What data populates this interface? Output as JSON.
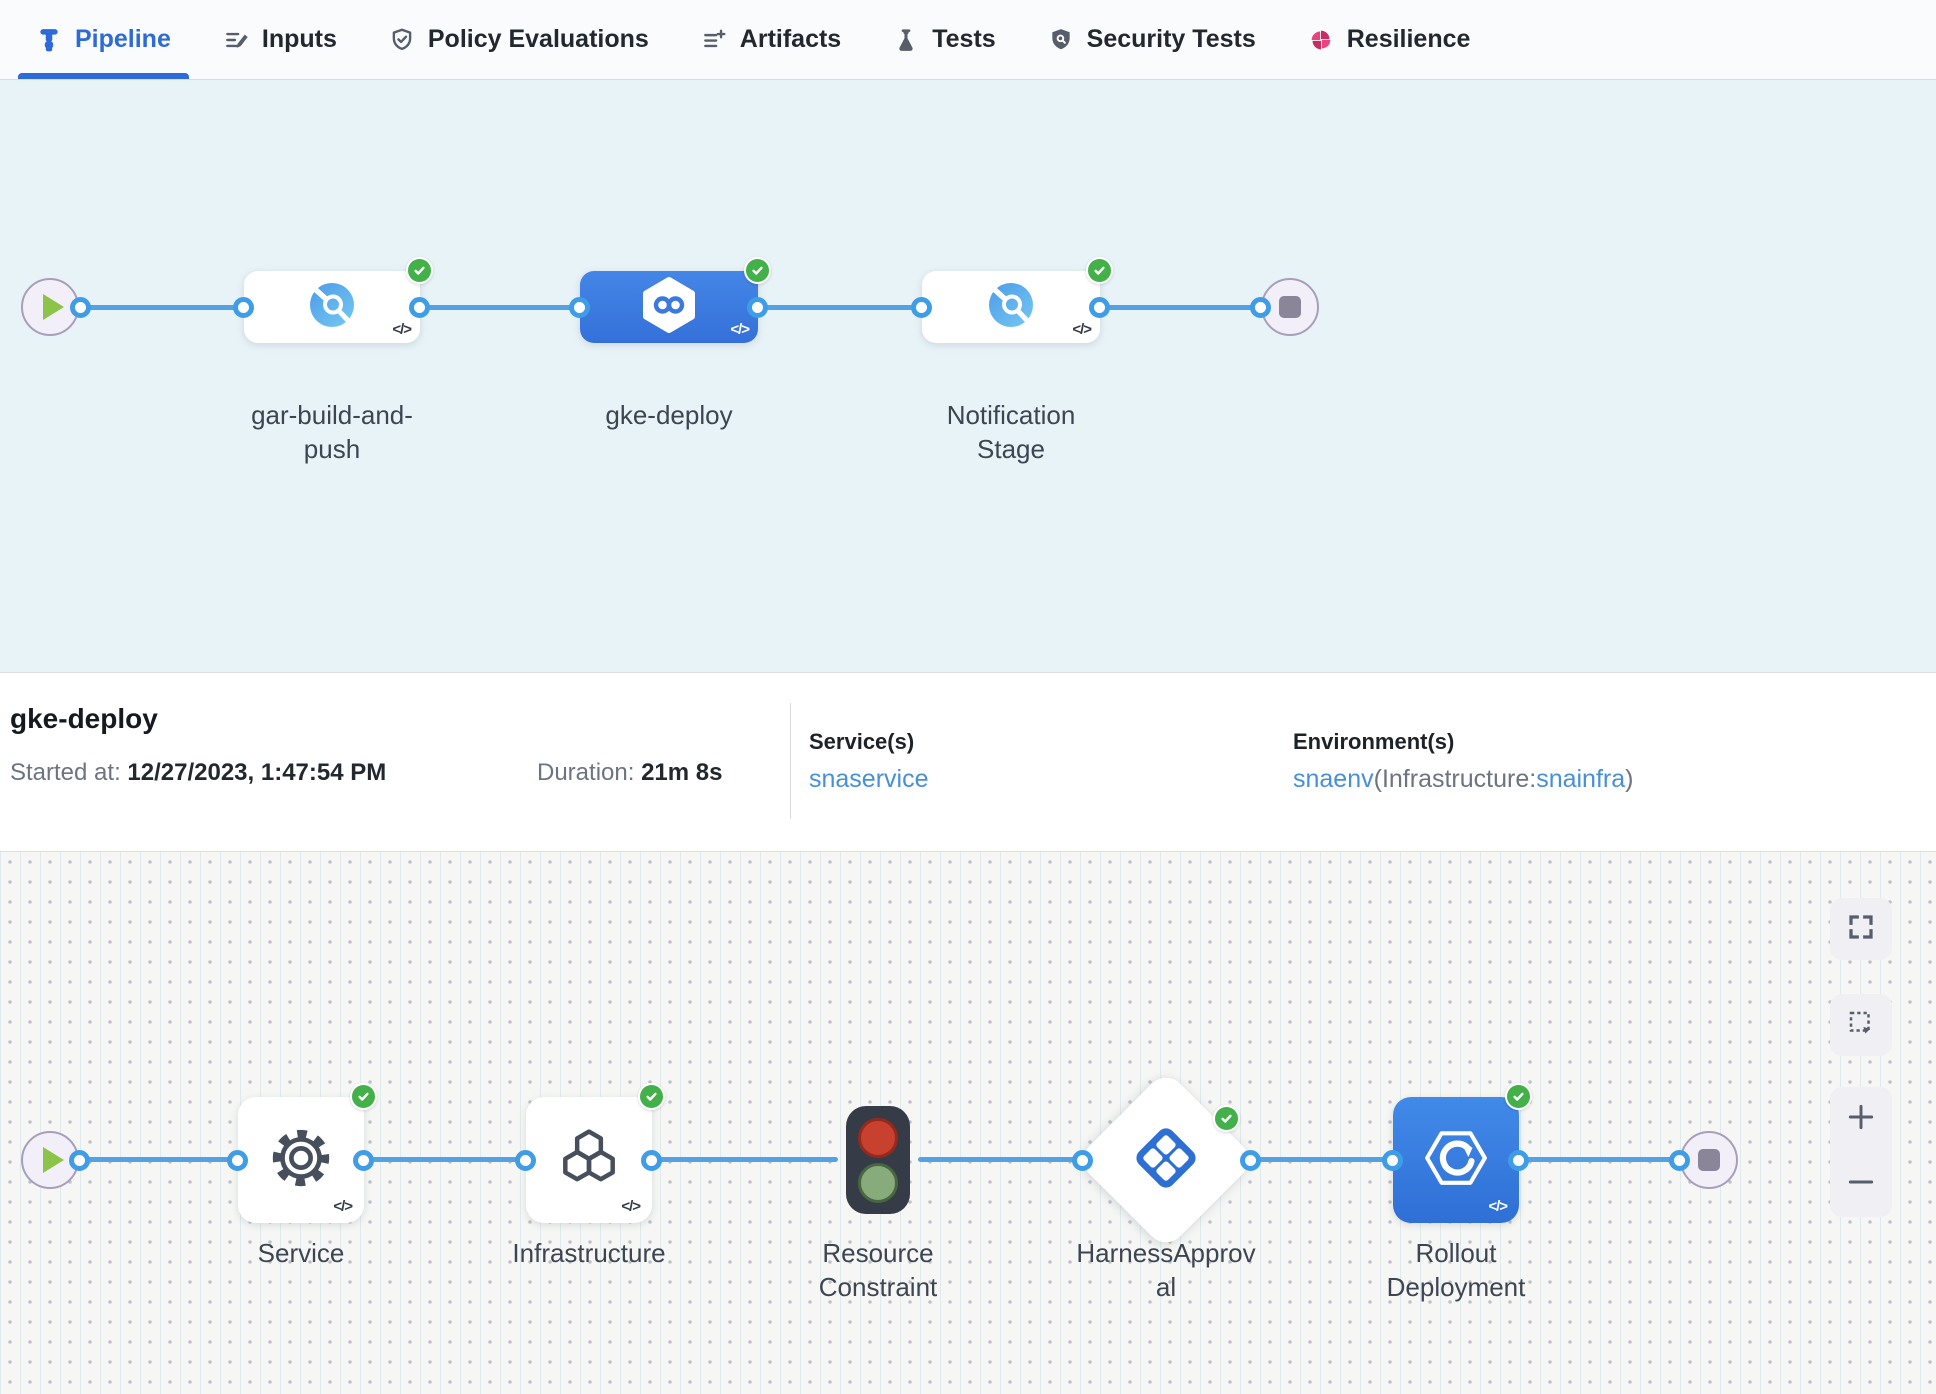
{
  "tabs": {
    "items": [
      {
        "label": "Pipeline",
        "icon": "pipeline-icon",
        "active": true
      },
      {
        "label": "Inputs",
        "icon": "inputs-icon",
        "active": false
      },
      {
        "label": "Policy Evaluations",
        "icon": "policy-shield-icon",
        "active": false
      },
      {
        "label": "Artifacts",
        "icon": "artifacts-icon",
        "active": false
      },
      {
        "label": "Tests",
        "icon": "tests-flask-icon",
        "active": false
      },
      {
        "label": "Security Tests",
        "icon": "security-shield-icon",
        "active": false
      },
      {
        "label": "Resilience",
        "icon": "resilience-pinwheel-icon",
        "active": false
      }
    ]
  },
  "glyphs": {
    "code": "</>"
  },
  "colors": {
    "accent": "#2e6bd8",
    "connector": "#52a2e5",
    "success": "#43b049",
    "selected_stage": "#3b7ce2",
    "link": "#4690da",
    "resilience_pink": "#e0447e"
  },
  "stage_graph": {
    "stages": [
      {
        "label": "gar-build-and-push",
        "icon": "build-stage-icon",
        "status": "success",
        "selected": false
      },
      {
        "label": "gke-deploy",
        "icon": "deploy-stage-icon",
        "status": "success",
        "selected": true
      },
      {
        "label": "Notification Stage",
        "icon": "custom-stage-icon",
        "status": "success",
        "selected": false
      }
    ]
  },
  "summary": {
    "title": "gke-deploy",
    "started_label": "Started at:",
    "started_value": "12/27/2023, 1:47:54 PM",
    "duration_label": "Duration:",
    "duration_value": "21m 8s",
    "services_label": "Service(s)",
    "service_link": "snaservice",
    "environments_label": "Environment(s)",
    "environment_link": "snaenv",
    "environment_infra_prefix": "(Infrastructure:",
    "environment_infra_link": "snainfra",
    "environment_suffix": ")"
  },
  "execution_graph": {
    "steps": [
      {
        "label": "Service",
        "icon": "gear-icon",
        "status": "success"
      },
      {
        "label": "Infrastructure",
        "icon": "hexagons-icon",
        "status": "success"
      },
      {
        "label": "Resource Constraint",
        "icon": "traffic-light-icon",
        "status": "none"
      },
      {
        "label": "HarnessApproval",
        "icon": "approval-diamond-icon",
        "status": "success"
      },
      {
        "label": "Rollout Deployment",
        "icon": "rollout-deployment-icon",
        "status": "success"
      }
    ]
  }
}
